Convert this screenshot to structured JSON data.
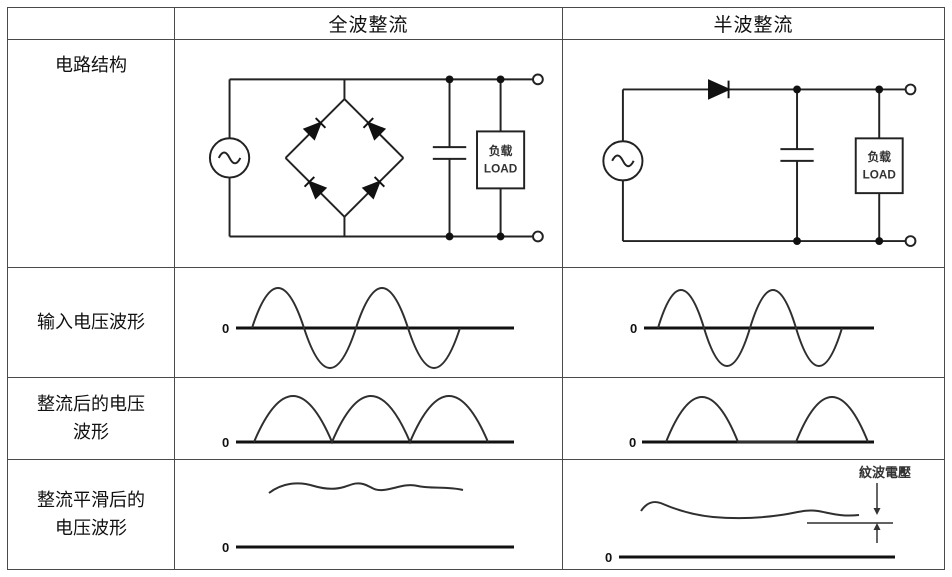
{
  "header": {
    "full_wave": "全波整流",
    "half_wave": "半波整流"
  },
  "row_labels": {
    "circuit": "电路结构",
    "input": "输入电压波形",
    "rectified_line1": "整流后的电压",
    "rectified_line2": "波形",
    "smoothed_line1": "整流平滑后的",
    "smoothed_line2": "电压波形"
  },
  "circuit": {
    "load_line1": "负载",
    "load_line2": "LOAD"
  },
  "waveforms": {
    "zero": "0",
    "ripple_label": "紋波電壓"
  },
  "colors": {
    "border": "#4a4a4a",
    "line": "#2f2f2f",
    "axis": "#111111"
  }
}
